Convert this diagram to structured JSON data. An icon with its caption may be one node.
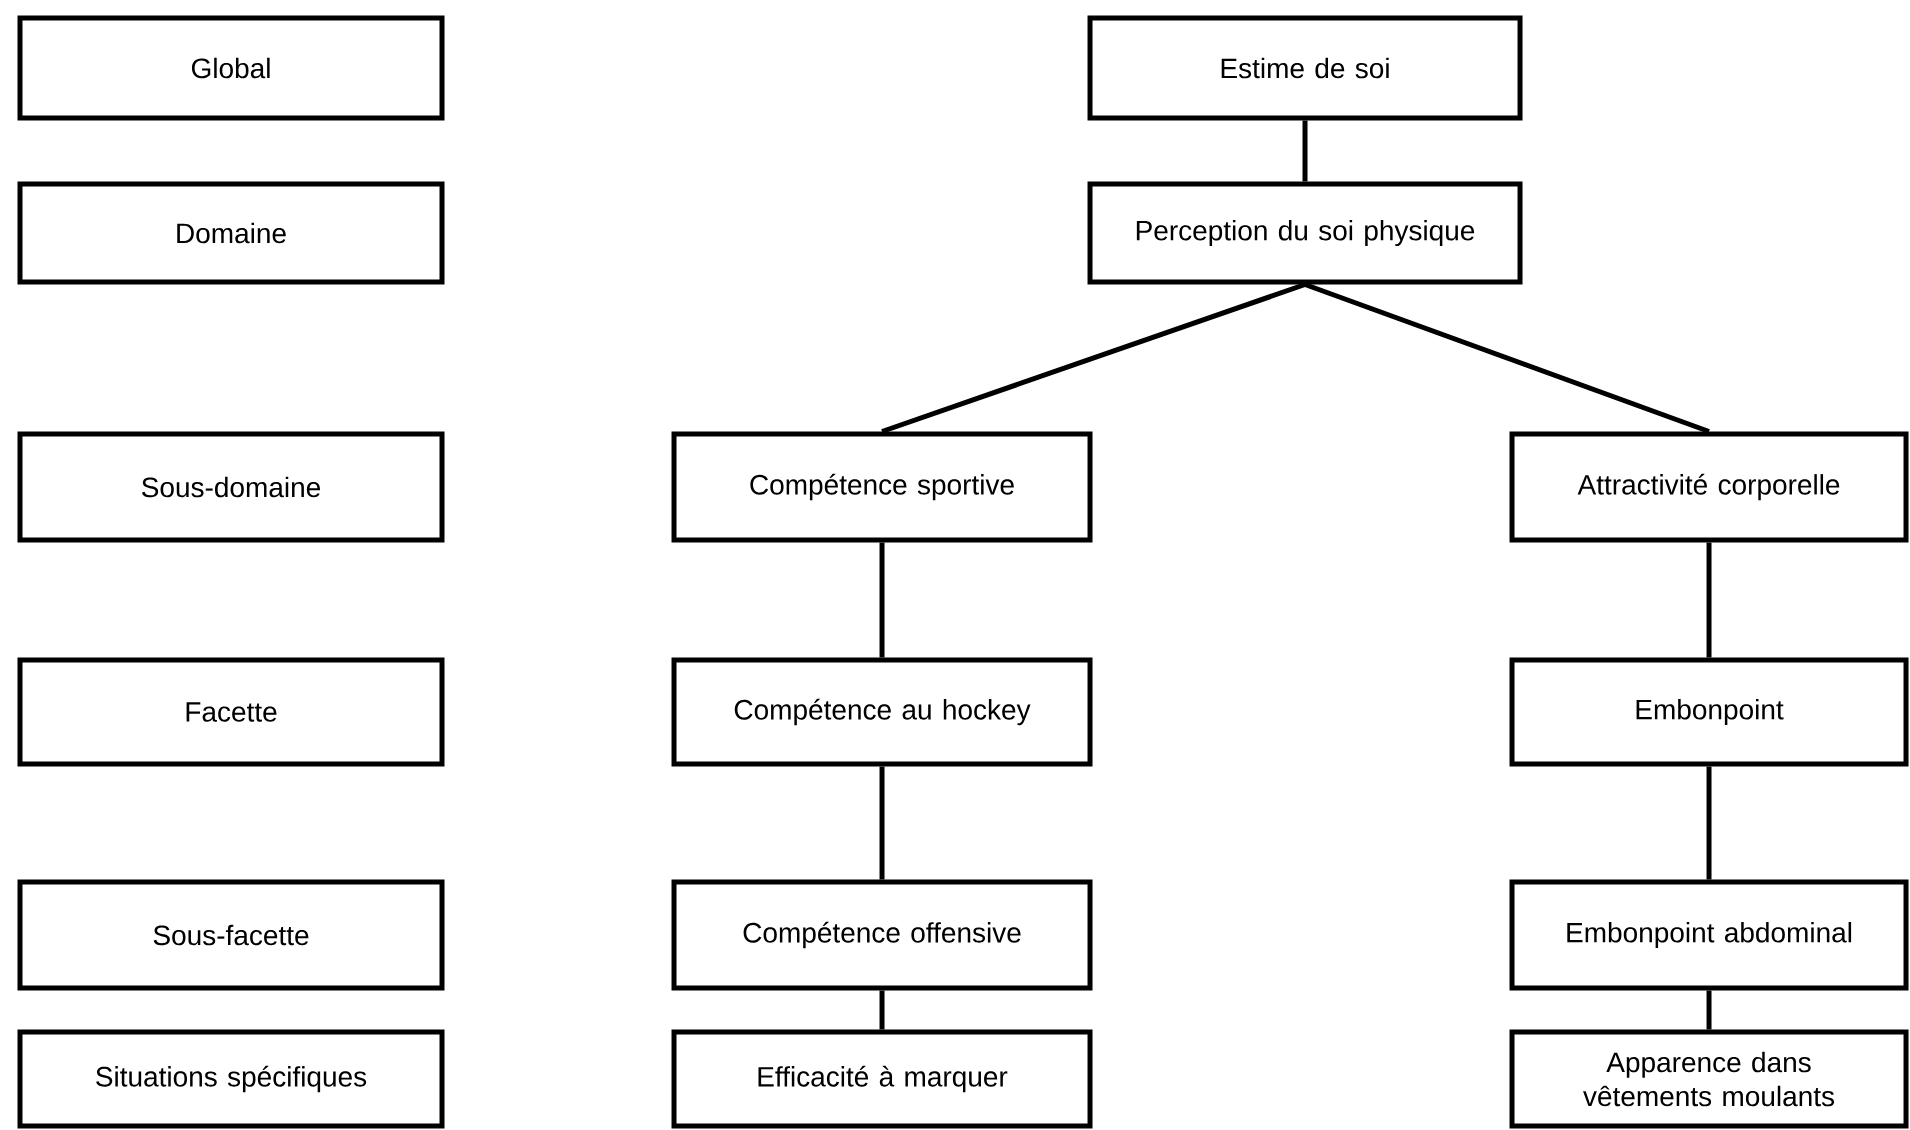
{
  "diagram": {
    "nodes": [
      {
        "text": [
          "Global"
        ]
      },
      {
        "text": [
          "Estime de soi"
        ]
      },
      {
        "text": [
          "Domaine"
        ]
      },
      {
        "text": [
          "Perception du soi physique"
        ]
      },
      {
        "text": [
          "Sous-domaine"
        ]
      },
      {
        "text": [
          "Compétence sportive"
        ]
      },
      {
        "text": [
          "Attractivité corporelle"
        ]
      },
      {
        "text": [
          "Facette"
        ]
      },
      {
        "text": [
          "Compétence au hockey"
        ]
      },
      {
        "text": [
          "Embonpoint"
        ]
      },
      {
        "text": [
          "Sous-facette"
        ]
      },
      {
        "text": [
          "Compétence offensive"
        ]
      },
      {
        "text": [
          "Embonpoint abdominal"
        ]
      },
      {
        "text": [
          "Situations spécifiques"
        ]
      },
      {
        "text": [
          "Efficacité à marquer"
        ]
      },
      {
        "text": [
          "Apparence dans vêtements moulants"
        ]
      }
    ],
    "edges": [
      {
        "from": 1,
        "to": 3,
        "arrow": "none"
      },
      {
        "from": 3,
        "to": 5,
        "arrow": "none"
      },
      {
        "from": 3,
        "to": 6,
        "arrow": "none"
      },
      {
        "from": 5,
        "to": 8,
        "arrow": "none"
      },
      {
        "from": 8,
        "to": 11,
        "arrow": "none"
      },
      {
        "from": 11,
        "to": 14,
        "arrow": "none"
      },
      {
        "from": 6,
        "to": 9,
        "arrow": "none"
      },
      {
        "from": 9,
        "to": 12,
        "arrow": "none"
      },
      {
        "from": 12,
        "to": 15,
        "arrow": "none"
      }
    ]
  }
}
